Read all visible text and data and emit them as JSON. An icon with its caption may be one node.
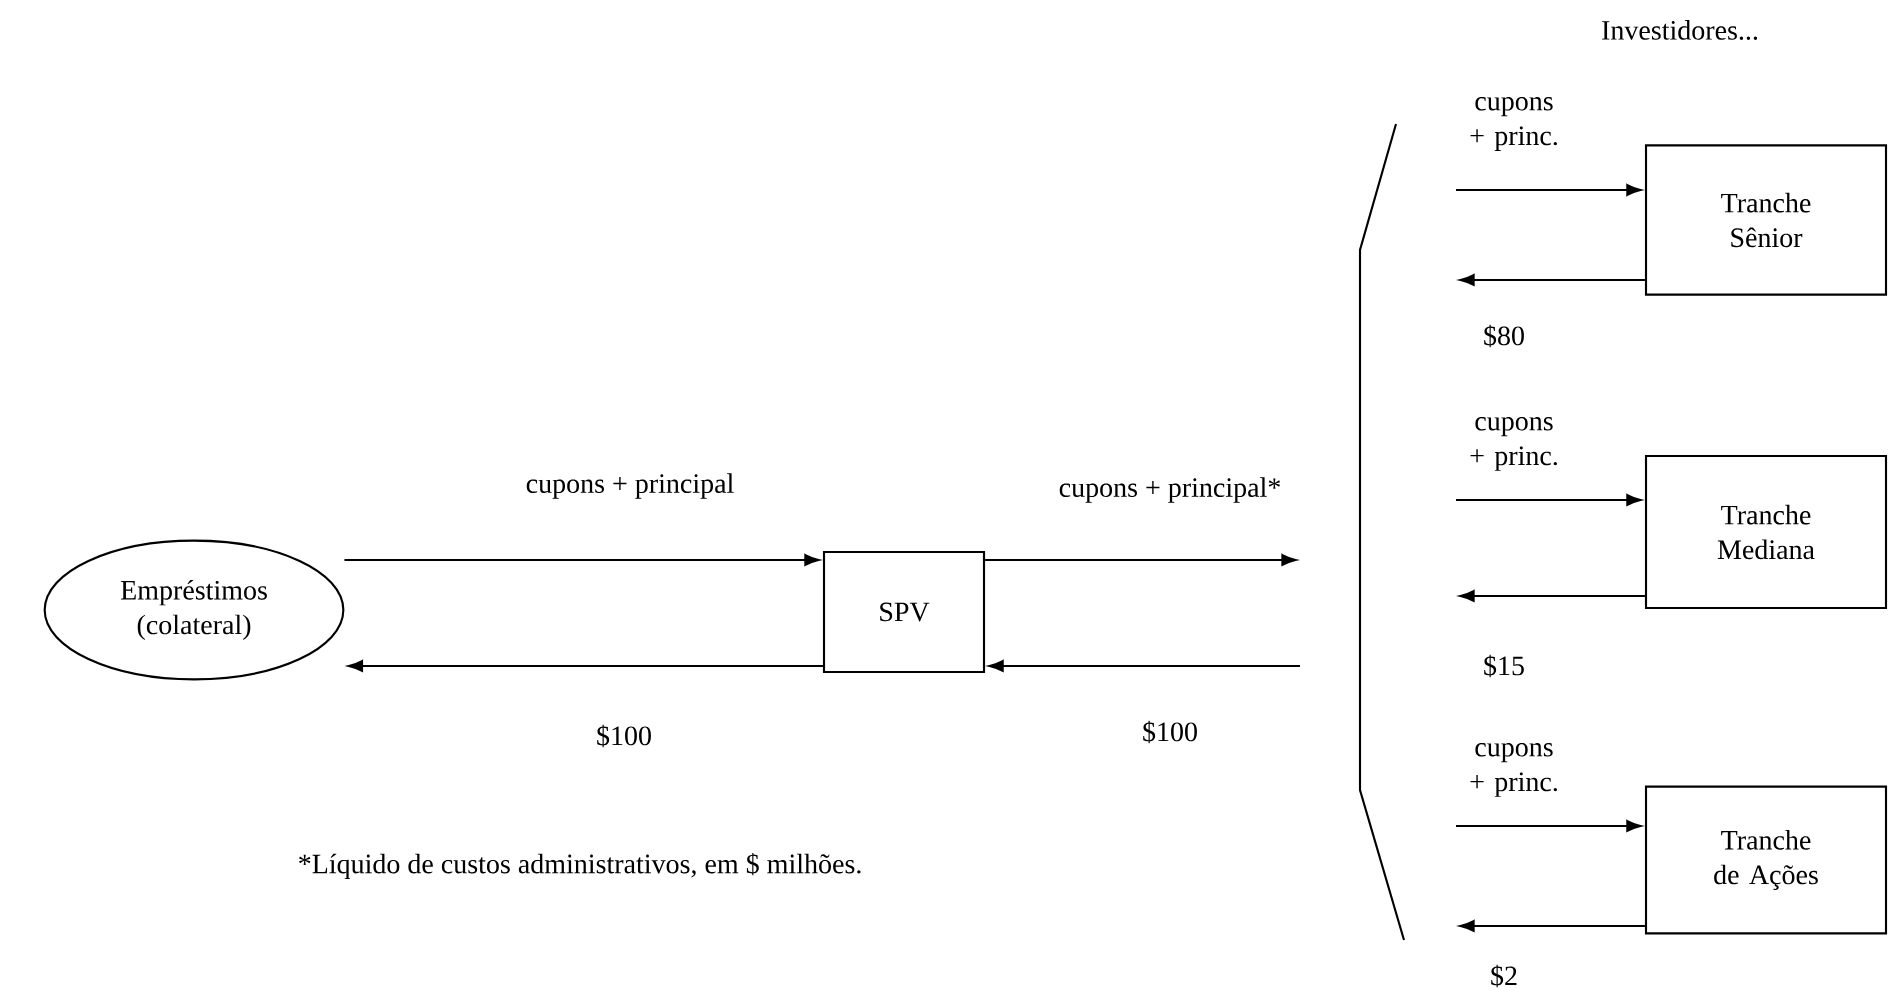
{
  "diagram": {
    "nodes": [
      {
        "text": [
          "Empréstimos (colateral)"
        ]
      },
      {
        "text": [
          "SPV"
        ]
      },
      {
        "text": [
          "Tranche Sênior"
        ]
      },
      {
        "text": [
          "Tranche Mediana"
        ]
      },
      {
        "text": [
          "Tranche de Ações"
        ]
      }
    ],
    "edges": [
      {
        "from": 0,
        "to": 1,
        "arrow": "to",
        "label": "cupons + principal"
      },
      {
        "from": 1,
        "to": 0,
        "arrow": "to",
        "label": "$100"
      },
      {
        "from": 1,
        "to": null,
        "arrow": "to",
        "label": "cupons + principal*"
      },
      {
        "from": null,
        "to": 1,
        "arrow": "to",
        "label": "$100"
      },
      {
        "from": null,
        "to": 2,
        "arrow": "to",
        "label": "cupons + princ."
      },
      {
        "from": 2,
        "to": null,
        "arrow": "to",
        "label": "$80"
      },
      {
        "from": null,
        "to": 3,
        "arrow": "to",
        "label": "cupons + princ."
      },
      {
        "from": 3,
        "to": null,
        "arrow": "to",
        "label": "$15"
      },
      {
        "from": null,
        "to": 4,
        "arrow": "to",
        "label": "cupons + princ."
      },
      {
        "from": 4,
        "to": null,
        "arrow": "to",
        "label": "$2"
      }
    ],
    "labels": [
      "Investidores...",
      "*Líquido de custos administrativos, em $ milhões."
    ]
  }
}
